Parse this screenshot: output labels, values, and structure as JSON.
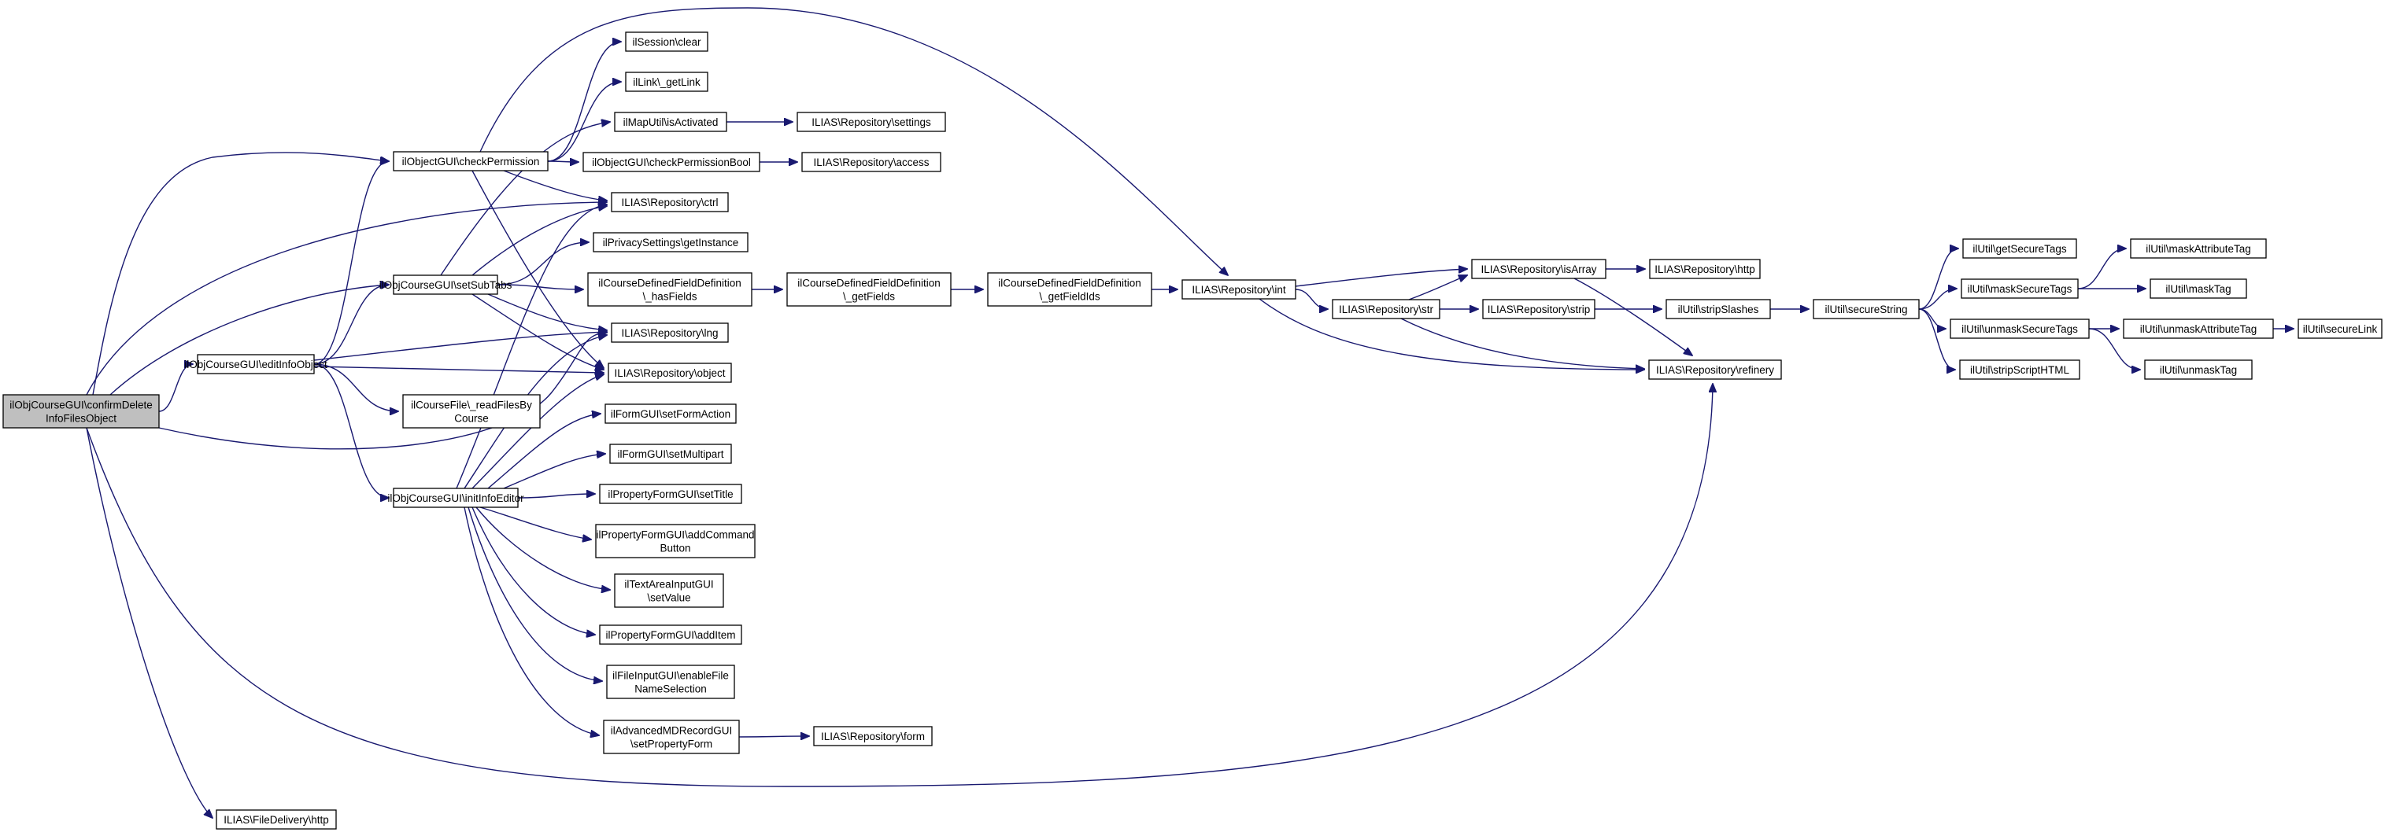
{
  "graph": {
    "nodes": [
      {
        "id": "root",
        "lines": [
          "ilObjCourseGUI\\confirmDelete",
          "InfoFilesObject"
        ],
        "root": true
      },
      {
        "id": "edit",
        "lines": [
          "ilObjCourseGUI\\editInfoObject"
        ]
      },
      {
        "id": "fdhttp",
        "lines": [
          "ILIAS\\FileDelivery\\http"
        ]
      },
      {
        "id": "checkperm",
        "lines": [
          "ilObjectGUI\\checkPermission"
        ]
      },
      {
        "id": "setsubtabs",
        "lines": [
          "ilObjCourseGUI\\setSubTabs"
        ]
      },
      {
        "id": "readfiles",
        "lines": [
          "ilCourseFile\\_readFilesBy",
          "Course"
        ]
      },
      {
        "id": "initinfo",
        "lines": [
          "ilObjCourseGUI\\initInfoEditor"
        ]
      },
      {
        "id": "sessclear",
        "lines": [
          "ilSession\\clear"
        ]
      },
      {
        "id": "getlink",
        "lines": [
          "ilLink\\_getLink"
        ]
      },
      {
        "id": "maputil",
        "lines": [
          "ilMapUtil\\isActivated"
        ]
      },
      {
        "id": "checkpermbool",
        "lines": [
          "ilObjectGUI\\checkPermissionBool"
        ]
      },
      {
        "id": "ctrl",
        "lines": [
          "ILIAS\\Repository\\ctrl"
        ]
      },
      {
        "id": "privacy",
        "lines": [
          "ilPrivacySettings\\getInstance"
        ]
      },
      {
        "id": "hasfields",
        "lines": [
          "ilCourseDefinedFieldDefinition",
          "\\_hasFields"
        ]
      },
      {
        "id": "lng",
        "lines": [
          "ILIAS\\Repository\\lng"
        ]
      },
      {
        "id": "object",
        "lines": [
          "ILIAS\\Repository\\object"
        ]
      },
      {
        "id": "setformaction",
        "lines": [
          "ilFormGUI\\setFormAction"
        ]
      },
      {
        "id": "setmultipart",
        "lines": [
          "ilFormGUI\\setMultipart"
        ]
      },
      {
        "id": "settitle",
        "lines": [
          "ilPropertyFormGUI\\setTitle"
        ]
      },
      {
        "id": "addcommand",
        "lines": [
          "ilPropertyFormGUI\\addCommand",
          "Button"
        ]
      },
      {
        "id": "textarea",
        "lines": [
          "ilTextAreaInputGUI",
          "\\setValue"
        ]
      },
      {
        "id": "additem",
        "lines": [
          "ilPropertyFormGUI\\addItem"
        ]
      },
      {
        "id": "fileinput",
        "lines": [
          "ilFileInputGUI\\enableFile",
          "NameSelection"
        ]
      },
      {
        "id": "advmd",
        "lines": [
          "ilAdvancedMDRecordGUI",
          "\\setPropertyForm"
        ]
      },
      {
        "id": "settings",
        "lines": [
          "ILIAS\\Repository\\settings"
        ]
      },
      {
        "id": "access",
        "lines": [
          "ILIAS\\Repository\\access"
        ]
      },
      {
        "id": "getfields",
        "lines": [
          "ilCourseDefinedFieldDefinition",
          "\\_getFields"
        ]
      },
      {
        "id": "form",
        "lines": [
          "ILIAS\\Repository\\form"
        ]
      },
      {
        "id": "getfieldids",
        "lines": [
          "ilCourseDefinedFieldDefinition",
          "\\_getFieldIds"
        ]
      },
      {
        "id": "int",
        "lines": [
          "ILIAS\\Repository\\int"
        ]
      },
      {
        "id": "isarray",
        "lines": [
          "ILIAS\\Repository\\isArray"
        ]
      },
      {
        "id": "str",
        "lines": [
          "ILIAS\\Repository\\str"
        ]
      },
      {
        "id": "rhttp",
        "lines": [
          "ILIAS\\Repository\\http"
        ]
      },
      {
        "id": "strip",
        "lines": [
          "ILIAS\\Repository\\strip"
        ]
      },
      {
        "id": "refinery",
        "lines": [
          "ILIAS\\Repository\\refinery"
        ]
      },
      {
        "id": "stripslashes",
        "lines": [
          "ilUtil\\stripSlashes"
        ]
      },
      {
        "id": "securestring",
        "lines": [
          "ilUtil\\secureString"
        ]
      },
      {
        "id": "getsecuretags",
        "lines": [
          "ilUtil\\getSecureTags"
        ]
      },
      {
        "id": "masksecuretags",
        "lines": [
          "ilUtil\\maskSecureTags"
        ]
      },
      {
        "id": "unmasksecuretags",
        "lines": [
          "ilUtil\\unmaskSecureTags"
        ]
      },
      {
        "id": "stripscripthtml",
        "lines": [
          "ilUtil\\stripScriptHTML"
        ]
      },
      {
        "id": "maskattributetag",
        "lines": [
          "ilUtil\\maskAttributeTag"
        ]
      },
      {
        "id": "masktag",
        "lines": [
          "ilUtil\\maskTag"
        ]
      },
      {
        "id": "unmaskattributetag",
        "lines": [
          "ilUtil\\unmaskAttributeTag"
        ]
      },
      {
        "id": "unmasktag",
        "lines": [
          "ilUtil\\unmaskTag"
        ]
      },
      {
        "id": "securelink",
        "lines": [
          "ilUtil\\secureLink"
        ]
      }
    ],
    "edges": [
      [
        "root",
        "edit"
      ],
      [
        "root",
        "fdhttp"
      ],
      [
        "root",
        "checkperm"
      ],
      [
        "root",
        "setsubtabs"
      ],
      [
        "root",
        "ctrl"
      ],
      [
        "root",
        "lng"
      ],
      [
        "root",
        "refinery"
      ],
      [
        "edit",
        "checkperm"
      ],
      [
        "edit",
        "setsubtabs"
      ],
      [
        "edit",
        "readfiles"
      ],
      [
        "edit",
        "initinfo"
      ],
      [
        "edit",
        "lng"
      ],
      [
        "edit",
        "object"
      ],
      [
        "checkperm",
        "sessclear"
      ],
      [
        "checkperm",
        "getlink"
      ],
      [
        "checkperm",
        "checkpermbool"
      ],
      [
        "checkperm",
        "ctrl"
      ],
      [
        "checkperm",
        "int"
      ],
      [
        "checkperm",
        "object"
      ],
      [
        "setsubtabs",
        "maputil"
      ],
      [
        "setsubtabs",
        "ctrl"
      ],
      [
        "setsubtabs",
        "privacy"
      ],
      [
        "setsubtabs",
        "hasfields"
      ],
      [
        "setsubtabs",
        "lng"
      ],
      [
        "setsubtabs",
        "object"
      ],
      [
        "initinfo",
        "ctrl"
      ],
      [
        "initinfo",
        "lng"
      ],
      [
        "initinfo",
        "object"
      ],
      [
        "initinfo",
        "setformaction"
      ],
      [
        "initinfo",
        "setmultipart"
      ],
      [
        "initinfo",
        "settitle"
      ],
      [
        "initinfo",
        "addcommand"
      ],
      [
        "initinfo",
        "textarea"
      ],
      [
        "initinfo",
        "additem"
      ],
      [
        "initinfo",
        "fileinput"
      ],
      [
        "initinfo",
        "advmd"
      ],
      [
        "maputil",
        "settings"
      ],
      [
        "checkpermbool",
        "access"
      ],
      [
        "hasfields",
        "getfields"
      ],
      [
        "getfields",
        "getfieldids"
      ],
      [
        "getfieldids",
        "int"
      ],
      [
        "advmd",
        "form"
      ],
      [
        "int",
        "isarray"
      ],
      [
        "int",
        "str"
      ],
      [
        "int",
        "refinery"
      ],
      [
        "str",
        "isarray"
      ],
      [
        "str",
        "strip"
      ],
      [
        "str",
        "refinery"
      ],
      [
        "isarray",
        "rhttp"
      ],
      [
        "isarray",
        "refinery"
      ],
      [
        "strip",
        "stripslashes"
      ],
      [
        "stripslashes",
        "securestring"
      ],
      [
        "securestring",
        "getsecuretags"
      ],
      [
        "securestring",
        "masksecuretags"
      ],
      [
        "securestring",
        "unmasksecuretags"
      ],
      [
        "securestring",
        "stripscripthtml"
      ],
      [
        "masksecuretags",
        "maskattributetag"
      ],
      [
        "masksecuretags",
        "masktag"
      ],
      [
        "unmasksecuretags",
        "unmaskattributetag"
      ],
      [
        "unmasksecuretags",
        "unmasktag"
      ],
      [
        "unmaskattributetag",
        "securelink"
      ]
    ]
  }
}
